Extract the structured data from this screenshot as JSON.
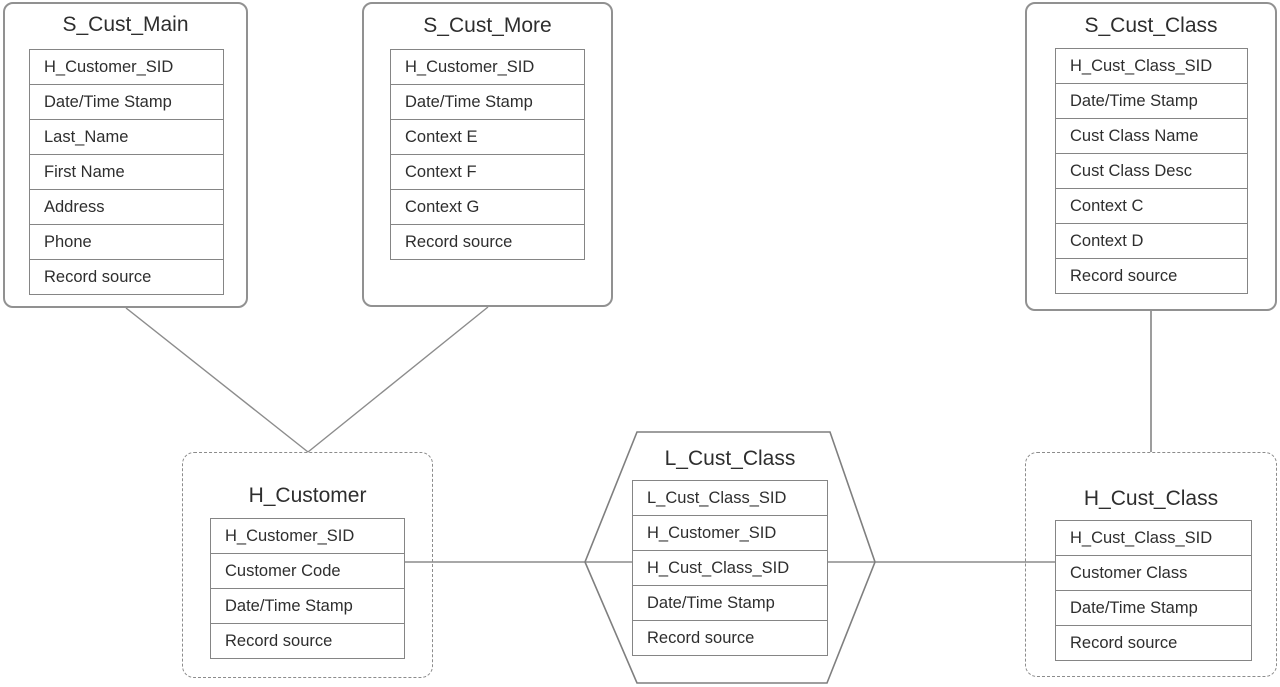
{
  "diagram": {
    "type": "data-vault-model",
    "colors": {
      "background": "#ffffff",
      "box_border": "#919191",
      "dashed_border": "#8c8c8c",
      "table_border": "#858585",
      "connector_line": "#8c8c8c",
      "text": "#2e2e2e"
    },
    "entities": {
      "s_cust_main": {
        "title": "S_Cust_Main",
        "fields": [
          "H_Customer_SID",
          "Date/Time Stamp",
          "Last_Name",
          "First Name",
          "Address",
          "Phone",
          "Record source"
        ]
      },
      "s_cust_more": {
        "title": "S_Cust_More",
        "fields": [
          "H_Customer_SID",
          "Date/Time Stamp",
          "Context E",
          "Context F",
          "Context G",
          "Record source"
        ]
      },
      "s_cust_class": {
        "title": "S_Cust_Class",
        "fields": [
          "H_Cust_Class_SID",
          "Date/Time Stamp",
          "Cust Class Name",
          "Cust Class Desc",
          "Context C",
          "Context D",
          "Record source"
        ]
      },
      "h_customer": {
        "title": "H_Customer",
        "fields": [
          "H_Customer_SID",
          "Customer Code",
          "Date/Time Stamp",
          "Record source"
        ]
      },
      "l_cust_class": {
        "title": "L_Cust_Class",
        "fields": [
          "L_Cust_Class_SID",
          "H_Customer_SID",
          "H_Cust_Class_SID",
          "Date/Time Stamp",
          "Record source"
        ]
      },
      "h_cust_class": {
        "title": "H_Cust_Class",
        "fields": [
          "H_Cust_Class_SID",
          "Customer Class",
          "Date/Time Stamp",
          "Record source"
        ]
      }
    },
    "connections": [
      {
        "from": "S_Cust_Main",
        "to": "H_Customer"
      },
      {
        "from": "S_Cust_More",
        "to": "H_Customer"
      },
      {
        "from": "S_Cust_Class",
        "to": "H_Cust_Class"
      },
      {
        "from": "H_Customer",
        "to": "L_Cust_Class"
      },
      {
        "from": "L_Cust_Class",
        "to": "H_Cust_Class"
      }
    ]
  }
}
